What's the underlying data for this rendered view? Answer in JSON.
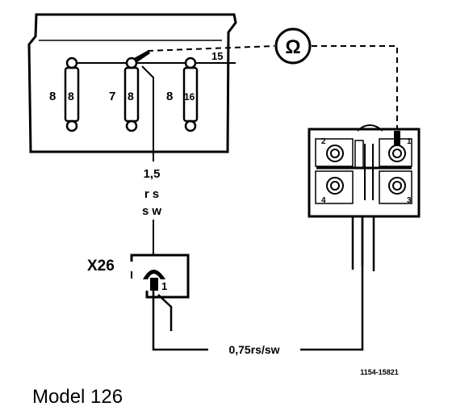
{
  "fuse_box": {
    "fuses": [
      {
        "outer_label": "8",
        "inner_label": "8"
      },
      {
        "outer_label": "7",
        "inner_label": "8"
      },
      {
        "outer_label": "8",
        "inner_label": "16"
      }
    ],
    "terminal_label": "15"
  },
  "ohmmeter": {
    "symbol": "Ω"
  },
  "relay": {
    "terminals": [
      "1",
      "2",
      "3",
      "4"
    ]
  },
  "wire_upper": {
    "size": "1,5",
    "color_line1": "rs",
    "color_line2": "sw"
  },
  "connector": {
    "label": "X26",
    "pin": "1"
  },
  "wire_lower": {
    "label": "0,75rs/sw"
  },
  "reference_code": "1154-15821",
  "caption": "Model 126"
}
